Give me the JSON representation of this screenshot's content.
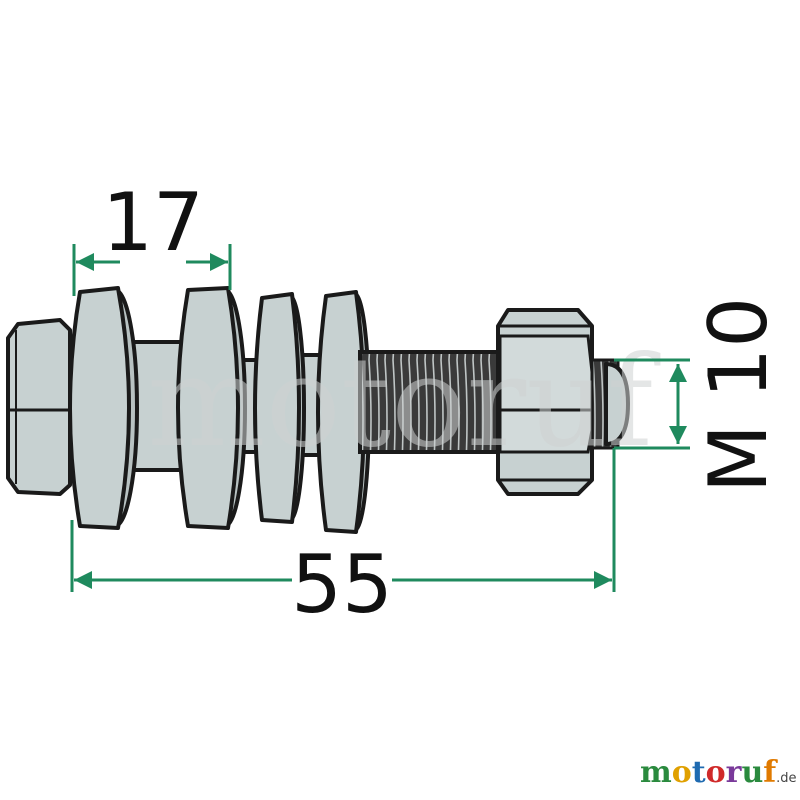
{
  "dimensions": {
    "width_label": "17",
    "length_label": "55",
    "thread_label": "M 10"
  },
  "watermark": "motoruf",
  "logo": {
    "letters": [
      "m",
      "o",
      "t",
      "o",
      "r",
      "u",
      "f"
    ],
    "suffix": ".de"
  },
  "colors": {
    "dimension_line": "#1f8a5e",
    "part_fill": "#c7d1d1",
    "thread_fill": "#2a2a2a",
    "outline": "#1a1a1a",
    "logo": [
      "#2a8a3e",
      "#e0a000",
      "#1e6ab0",
      "#d02a2a",
      "#7a3a9a",
      "#2a8a3e",
      "#e07a00"
    ]
  }
}
